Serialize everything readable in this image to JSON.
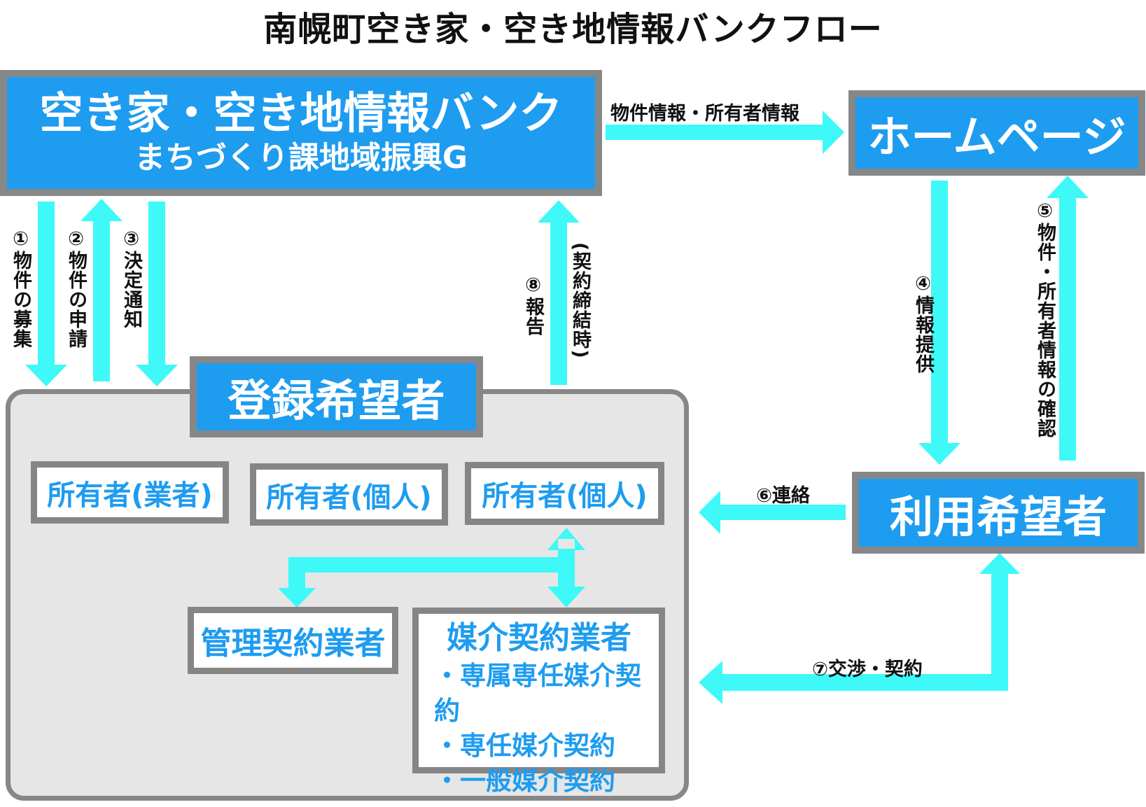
{
  "title": "南幌町空き家・空き地情報バンクフロー",
  "colors": {
    "arrow": "#3ef9f7",
    "box_blue": "#1e9cf0",
    "box_border": "#878787",
    "panel": "#e6e6e6"
  },
  "bank": {
    "title": "空き家・空き地情報バンク",
    "subtitle": "まちづくり課地域振興G"
  },
  "homepage": {
    "label": "ホームページ"
  },
  "registrant": {
    "label": "登録希望者"
  },
  "user": {
    "label": "利用希望者"
  },
  "owners": [
    "所有者(業者)",
    "所有者(個人)",
    "所有者(個人)"
  ],
  "management": {
    "label": "管理契約業者"
  },
  "broker": {
    "title": "媒介契約業者",
    "items": [
      "・専属専任媒介契約",
      "・専任媒介契約",
      "・一般媒介契約"
    ]
  },
  "flows": {
    "f1": "①物件の募集",
    "f2": "②物件の申請",
    "f3": "③決定通知",
    "f4": "④情報提供",
    "f5": "⑤物件・所有者情報の確認",
    "f6": "⑥連絡",
    "f7": "⑦交渉・契約",
    "f8": "⑧報告",
    "f8_note": "(契約締結時)",
    "info": "物件情報・所有者情報"
  }
}
